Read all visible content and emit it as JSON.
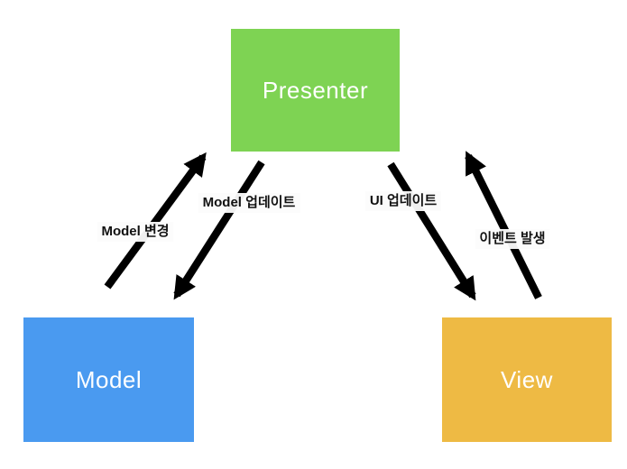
{
  "diagram": {
    "type": "mvp-architecture-diagram",
    "background_color": "#ffffff",
    "arrow_color": "#000000",
    "nodes": [
      {
        "id": "presenter",
        "label": "Presenter",
        "fill": "#7ed353",
        "text_color": "#ffffff"
      },
      {
        "id": "model",
        "label": "Model",
        "fill": "#4a9af0",
        "text_color": "#ffffff"
      },
      {
        "id": "view",
        "label": "View",
        "fill": "#eeba44",
        "text_color": "#ffffff"
      }
    ],
    "edges": [
      {
        "id": "model-change",
        "from": "Model",
        "to": "Presenter",
        "label": "Model 변경"
      },
      {
        "id": "model-update",
        "from": "Presenter",
        "to": "Model",
        "label": "Model 업데이트"
      },
      {
        "id": "ui-update",
        "from": "Presenter",
        "to": "View",
        "label": "UI 업데이트"
      },
      {
        "id": "event-raise",
        "from": "View",
        "to": "Presenter",
        "label": "이벤트 발생"
      }
    ]
  }
}
